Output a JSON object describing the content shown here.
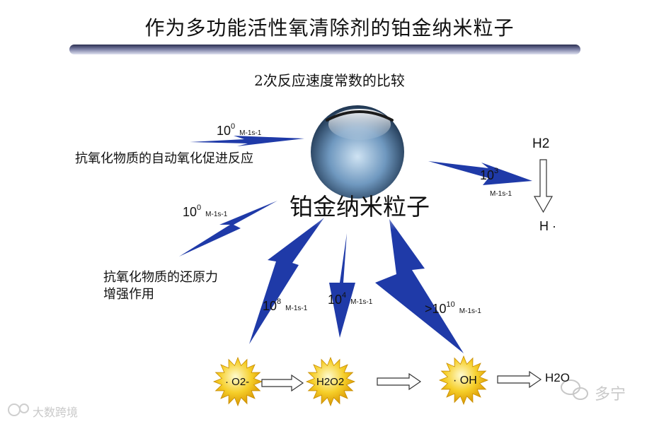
{
  "title": "作为多功能活性氧清除剂的铂金纳米粒子",
  "subtitle": "2次反应速度常数的比较",
  "center_label": "铂金纳米粒子",
  "unit_text": "M-1s-1",
  "labels": {
    "auto_oxidation": "抗氧化物质的自动氧化促进反应",
    "reducing_power_line1": "抗氧化物质的还原力",
    "reducing_power_line2": "增强作用"
  },
  "rates": {
    "auto_oxidation": {
      "mantissa": "10",
      "exponent": "0"
    },
    "reducing_power": {
      "mantissa": "10",
      "exponent": "0"
    },
    "hydrogen": {
      "mantissa": "10",
      "exponent": "3"
    },
    "superoxide": {
      "mantissa": "10",
      "exponent": "8"
    },
    "peroxide": {
      "mantissa": "10",
      "exponent": "4"
    },
    "hydroxyl": {
      "mantissa": ">10",
      "exponent": "10"
    }
  },
  "species": {
    "h2": "H2",
    "h_radical": "H ·",
    "superoxide": "· O2-",
    "peroxide": "H2O2",
    "hydroxyl": "· OH",
    "water": "H2O"
  },
  "watermarks": {
    "bottom_left": "大数跨境",
    "bottom_right": "多宁"
  },
  "colors": {
    "arrow_blue": "#1f3aa8",
    "burst_yellow": "#f2b705",
    "sphere_blue": "#5d88b0"
  }
}
